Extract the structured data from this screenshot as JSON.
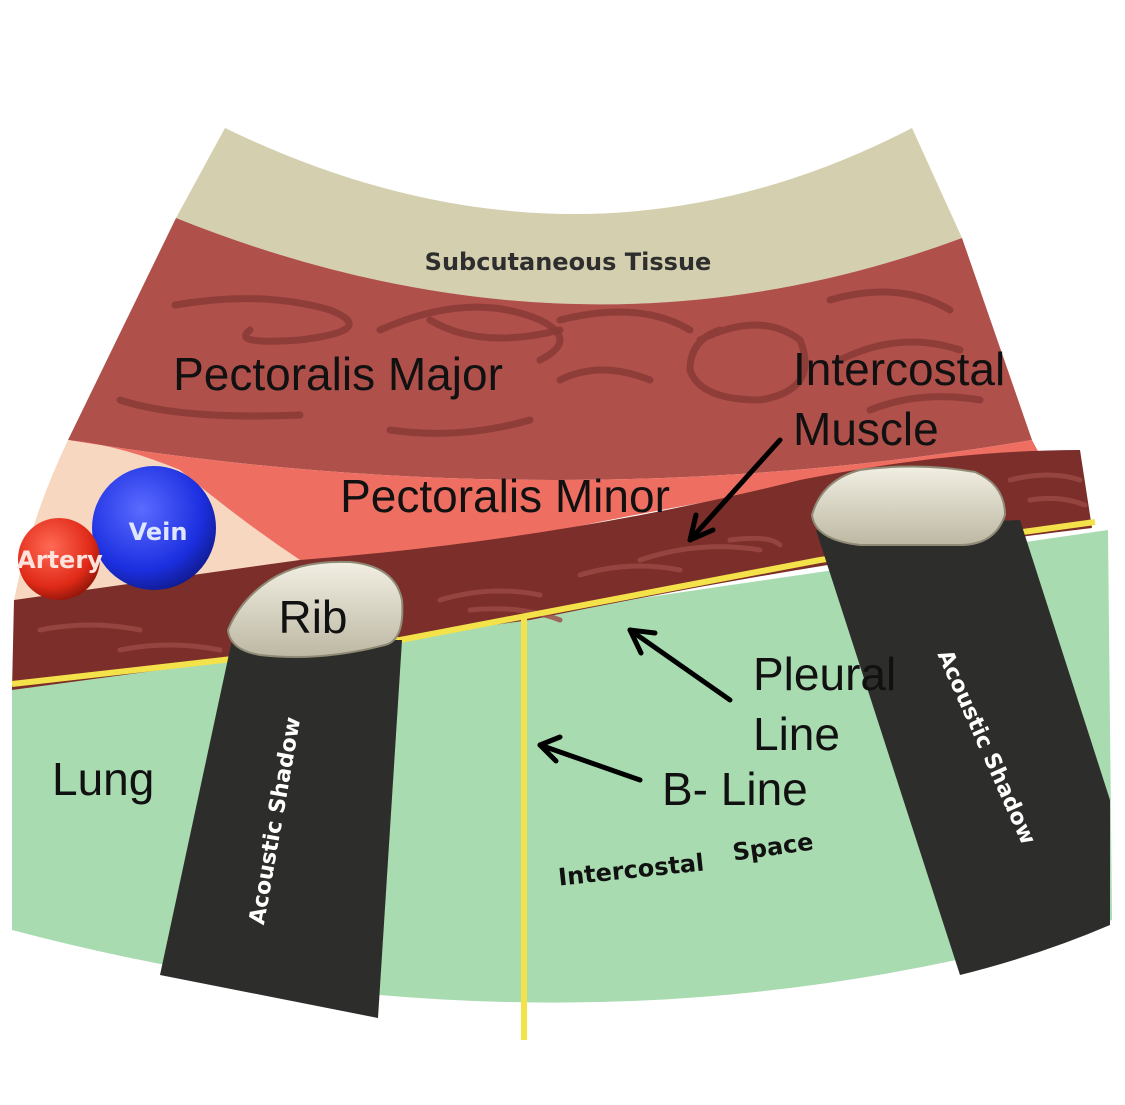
{
  "labels": {
    "subcutaneous": "Subcutaneous Tissue",
    "pectoralis_major": "Pectoralis Major",
    "intercostal_muscle_line1": "Intercostal",
    "intercostal_muscle_line2": "Muscle",
    "pectoralis_minor": "Pectoralis Minor",
    "vein": "Vein",
    "artery": "Artery",
    "rib": "Rib",
    "pleural_line1": "Pleural",
    "pleural_line2": "Line",
    "lung": "Lung",
    "b_line": "B- Line",
    "acoustic_shadow_left": "Acoustic Shadow",
    "acoustic_shadow_right": "Acoustic Shadow",
    "intercostal_space_1": "Intercostal",
    "intercostal_space_2": "Space"
  },
  "colors": {
    "subcutaneous": "#d4cfae",
    "pectoralis_major": "#b0504a",
    "pectoralis_minor": "#ee6f62",
    "fat": "#f7d7c0",
    "intercostal_muscle": "#7c2e2a",
    "lung": "#a9dbb0",
    "shadow": "#2d2d2b",
    "rib": "#e4e0cf",
    "pleural_line": "#f3e24a",
    "vein": "#1c2fe0",
    "artery": "#e02a18"
  }
}
